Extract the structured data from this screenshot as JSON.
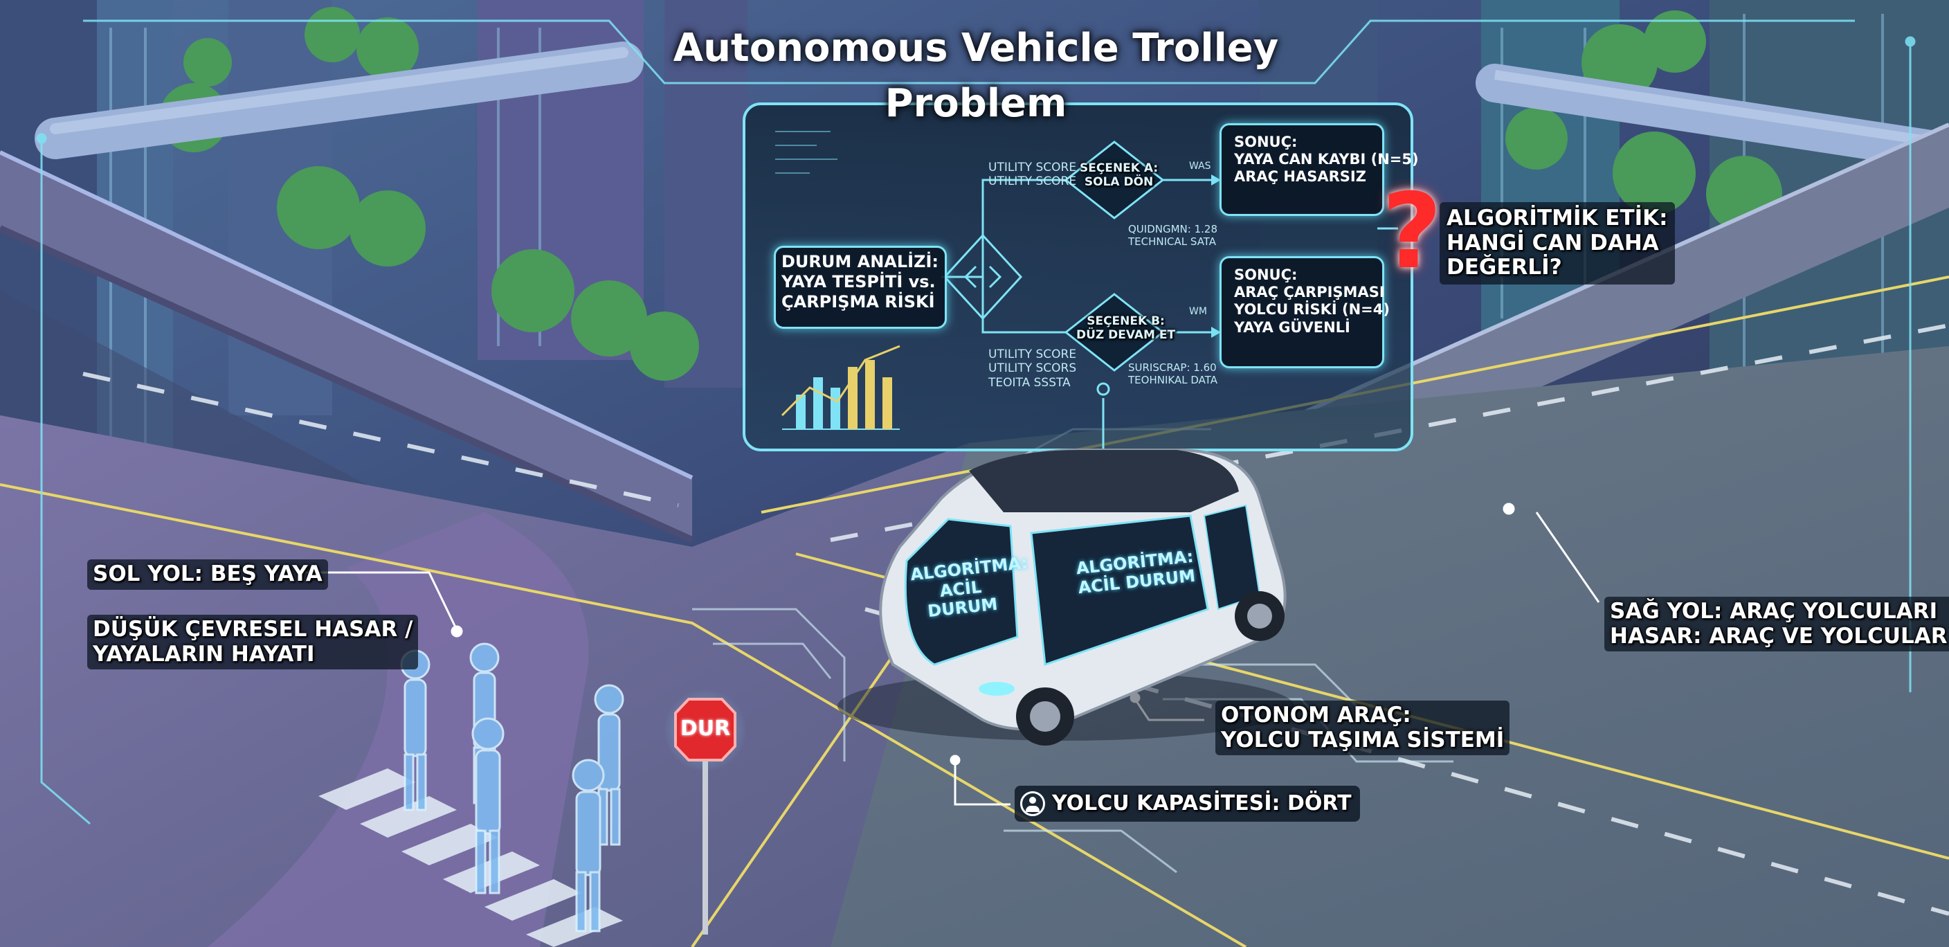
{
  "title": "Autonomous Vehicle Trolley Problem",
  "flowchart": {
    "situation": "DURUM ANALİZİ:\nYAYA TESPİTİ vs.\nÇARPIŞMA RİSKİ",
    "option_a": "SEÇENEK A:\nSOLA DÖN",
    "option_b": "SEÇENEK B:\nDÜZ DEVAM ET",
    "result_a": "SONUÇ:\nYAYA CAN KAYBI (N=5)\nARAÇ HASARSIZ",
    "result_b": "SONUÇ:\nARAÇ ÇARPIŞMASI\nYOLCU RİSKİ (N=4)\nYAYA GÜVENLİ",
    "utility_a": "UTILITY SCORE\nUTILITY SCORE",
    "utility_b": "UTILITY SCORE\nUTILITY SCORS\nTEOITA SSSTA",
    "tech_a": "QUIDNGMN: 1.28\nTECHNICAL SATA",
    "tech_b": "SURISCRAP: 1.60\nTEOHNIKAL DATA",
    "arrow_tag_a": "WAS",
    "arrow_tag_b": "WM"
  },
  "ethics_question": "ALGORİTMİK ETİK:\nHANGİ CAN DAHA\nDEĞERLİ?",
  "left_road": {
    "title": "SOL YOL: BEŞ YAYA",
    "detail": "DÜŞÜK ÇEVRESEL HASAR /\nYAYALARIN HAYATI"
  },
  "right_road": "SAĞ YOL: ARAÇ YOLCULARI\nHASAR: ARAÇ VE YOLCULAR",
  "vehicle_label": "OTONOM ARAÇ:\nYOLCU TAŞIMA SİSTEMİ",
  "capacity_label": "YOLCU KAPASİTESİ: DÖRT",
  "vehicle_screens": {
    "front": "ALGORİTMA:\nACİL\nDURUM",
    "side": "ALGORİTMA:\nACİL DURUM"
  },
  "stop_sign": "DUR",
  "colors": {
    "hologram": "#7fe3f5",
    "road": "#5d6a7e",
    "question": "#ff2a2a",
    "stop": "#e0282d",
    "lane_yellow": "#e7d66a"
  },
  "icons": [
    "user-icon",
    "question-mark-icon",
    "stop-sign-icon",
    "diamond-icon"
  ]
}
